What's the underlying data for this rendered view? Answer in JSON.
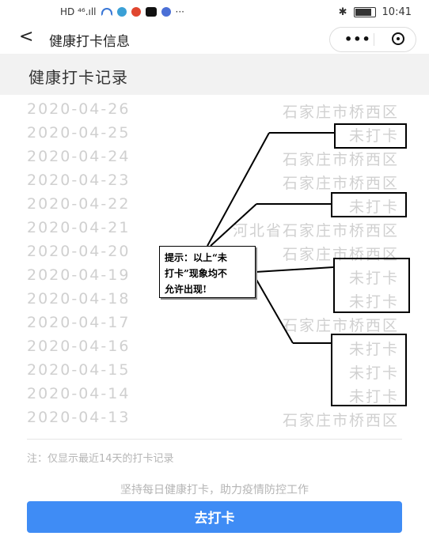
{
  "status_bar": {
    "left": "HD ⁴⁶.ıll",
    "time": "10:41",
    "colors": {
      "wifi": "#3a77d6",
      "weibo": "#e0462f",
      "douyin": "#111111",
      "app": "#4a6fd6"
    }
  },
  "nav": {
    "back_icon": "chevron-left-icon",
    "title": "健康打卡信息",
    "more_icon": "•••",
    "target_icon": "target-icon"
  },
  "section": {
    "title": "健康打卡记录"
  },
  "records": [
    {
      "date": "2020-04-26",
      "location": "石家庄市桥西区"
    },
    {
      "date": "2020-04-25",
      "location": "未打卡"
    },
    {
      "date": "2020-04-24",
      "location": "石家庄市桥西区"
    },
    {
      "date": "2020-04-23",
      "location": "石家庄市桥西区"
    },
    {
      "date": "2020-04-22",
      "location": "未打卡"
    },
    {
      "date": "2020-04-21",
      "location": "河北省石家庄市桥西区"
    },
    {
      "date": "2020-04-20",
      "location": "石家庄市桥西区"
    },
    {
      "date": "2020-04-19",
      "location": "未打卡"
    },
    {
      "date": "2020-04-18",
      "location": "未打卡"
    },
    {
      "date": "2020-04-17",
      "location": "石家庄市桥西区"
    },
    {
      "date": "2020-04-16",
      "location": "未打卡"
    },
    {
      "date": "2020-04-15",
      "location": "未打卡"
    },
    {
      "date": "2020-04-14",
      "location": "未打卡"
    },
    {
      "date": "2020-04-13",
      "location": "石家庄市桥西区"
    }
  ],
  "note": "注：仅显示最近14天的打卡记录",
  "slogan": "坚持每日健康打卡，助力疫情防控工作",
  "checkin_button": "去打卡",
  "annotation": {
    "line1": "提示：以上“未",
    "line2": "打卡”现象均不",
    "line3": "允许出现!"
  },
  "colors": {
    "accent": "#3f8cf5",
    "muted_text": "#d0d0d0",
    "header_bg": "#f2f2f2"
  }
}
